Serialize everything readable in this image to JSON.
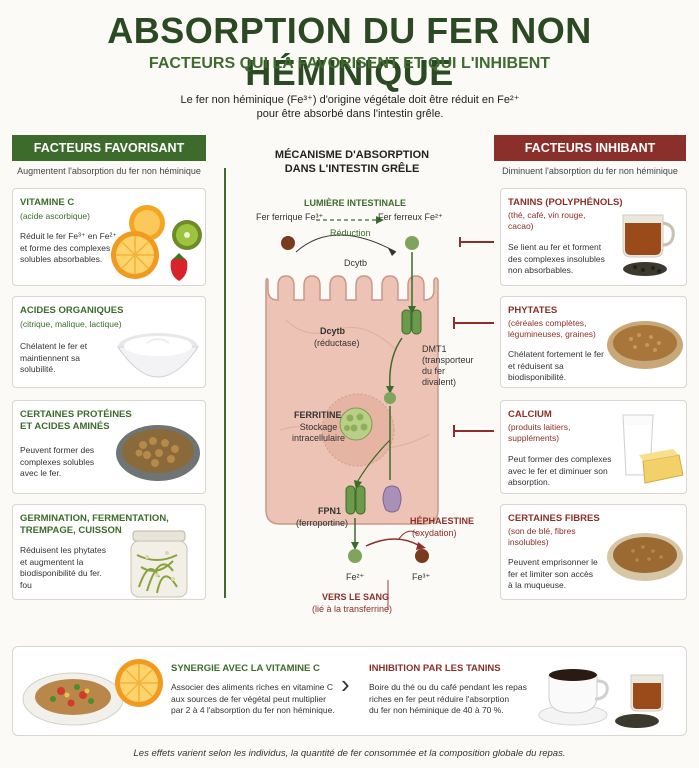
{
  "header": {
    "title": "ABSORPTION DU FER NON HÉMINIQUE",
    "subtitle": "FACTEURS QUI LA FAVORISENT ET QUI L'INHIBENT",
    "intro_line1": "Le fer non héminique (Fe³⁺) d'origine végétale doit être réduit en Fe²⁺",
    "intro_line2": "pour être absorbé dans l'intestin grêle."
  },
  "favorisant": {
    "header": "FACTEURS FAVORISANT",
    "subheader": "Augmentent l'absorption du fer non héminique",
    "cards": [
      {
        "title": "VITAMINE C",
        "subtitle": "(acide ascorbique)",
        "desc": [
          "Réduit le fer Fe³⁺ en Fe²⁺",
          "et forme des complexes",
          "solubles absorbables."
        ]
      },
      {
        "title": "ACIDES ORGANIQUES",
        "subtitle": "(citrique, malique, lactique)",
        "desc": [
          "Chélatent le fer et",
          "maintiennent sa",
          "solubilité."
        ]
      },
      {
        "title_line1": "CERTAINES PROTÉINES",
        "title_line2": "ET ACIDES AMINÉS",
        "desc": [
          "Peuvent former des",
          "complexes solubles",
          "avec le fer."
        ]
      },
      {
        "title_line1": "GERMINATION, FERMENTATION,",
        "title_line2": "TREMPAGE, CUISSON",
        "desc": [
          "Réduisent les phytates",
          "et augmentent la",
          "biodisponibilité du fer.",
          "fou"
        ]
      }
    ]
  },
  "inhibant": {
    "header": "FACTEURS INHIBANT",
    "subheader": "Diminuent l'absorption du fer non héminique",
    "cards": [
      {
        "title": "TANINS (POLYPHÉNOLS)",
        "subtitle": [
          "(thé, café, vin rouge,",
          "cacao)"
        ],
        "desc": [
          "Se lient au fer et forment",
          "des complexes insolubles",
          "non absorbables."
        ]
      },
      {
        "title": "PHYTATES",
        "subtitle": [
          "(céréales complètes,",
          "légumineuses, graines)"
        ],
        "desc": [
          "Chélatent fortement le fer",
          "et réduisent sa",
          "biodisponibilité."
        ]
      },
      {
        "title": "CALCIUM",
        "subtitle": [
          "(produits laitiers,",
          "suppléments)"
        ],
        "desc": [
          "Peut former des complexes",
          "avec le fer et diminuer son",
          "absorption."
        ]
      },
      {
        "title": "CERTAINES FIBRES",
        "subtitle": [
          "(son de blé, fibres",
          "insolubles)"
        ],
        "desc": [
          "Peuvent emprisonner le",
          "fer et limiter son accès",
          "à la muqueuse."
        ]
      }
    ]
  },
  "mechanism": {
    "title_line1": "MÉCANISME D'ABSORPTION",
    "title_line2": "DANS L'INTESTIN GRÊLE",
    "lumen": "LUMIÈRE INTESTINALE",
    "fer_ferrique": "Fer ferrique  Fe³⁺",
    "fer_ferreux": "Fer ferreux  Fe²⁺",
    "reduction": "Réduction",
    "dcytb_short": "Dcytb",
    "dcytb": "Dcytb",
    "reductase": "(réductase)",
    "dmt1": [
      "DMT1",
      "(transporteur",
      "du fer divalent)"
    ],
    "ferritine": "FERRITINE",
    "stockage": [
      "Stockage",
      "intracellulaire"
    ],
    "fpn1": "FPN1",
    "ferroportine": "(ferroportine)",
    "hephaestine": "HÉPHAESTINE",
    "oxydation": "(oxydation)",
    "fe2": "Fe²⁺",
    "fe3": "Fe³⁺",
    "vers_sang": "VERS LE SANG",
    "transferrine": "(lié à la transferrine)"
  },
  "bottom": {
    "synergie_title": "SYNERGIE AVEC LA VITAMINE C",
    "synergie_desc": [
      "Associer des aliments riches en vitamine C",
      "aux sources de fer végétal peut multiplier",
      "par 2 à 4 l'absorption du fer non héminique."
    ],
    "arrow": "›",
    "inhibition_title": "INHIBITION PAR LES TANINS",
    "inhibition_desc": [
      "Boire du thé ou du café pendant les repas",
      "riches en fer peut réduire l'absorption",
      "du fer non héminique de 40 à 70 %."
    ]
  },
  "footer": "Les effets varient selon les individus, la quantité de fer consommée et la composition globale du repas.",
  "colors": {
    "green": "#3d6b2c",
    "red": "#8b2f2a",
    "cell": "#ecc3b4"
  }
}
